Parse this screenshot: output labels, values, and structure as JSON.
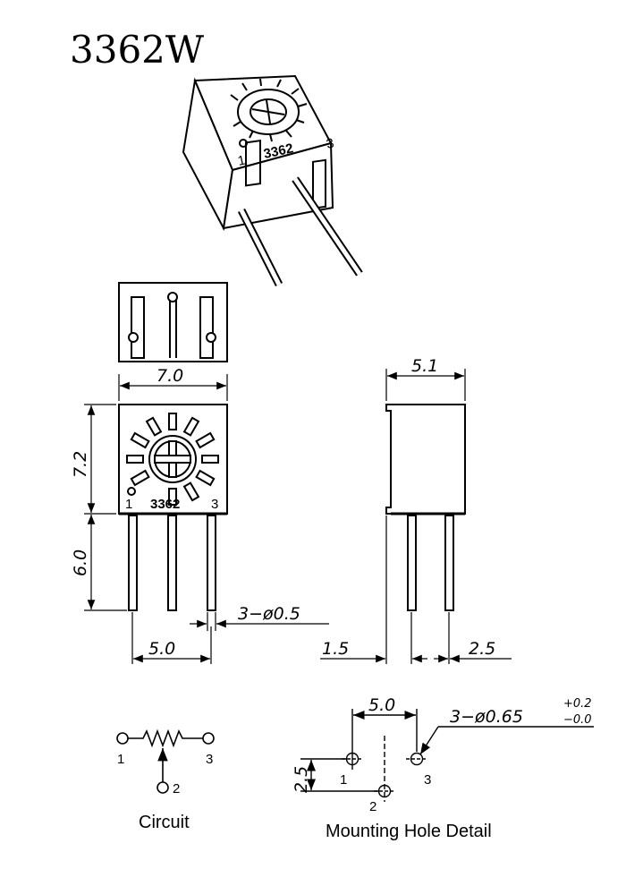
{
  "title": "3362W",
  "part_marking": "3362",
  "pins": {
    "p1": "1",
    "p2": "2",
    "p3": "3"
  },
  "dimensions": {
    "width": "7.0",
    "height": "7.2",
    "pin_length": "6.0",
    "pin_diameter": "3−ø0.5",
    "pin_spacing": "5.0",
    "depth": "5.1",
    "body_offset": "1.5",
    "pin_offset": "2.5"
  },
  "mounting": {
    "spacing": "5.0",
    "row_offset": "2.5",
    "hole_diameter": "3−ø0.65",
    "tol_plus": "+0.2",
    "tol_minus": "−0.0"
  },
  "captions": {
    "circuit": "Circuit",
    "mounting": "Mounting Hole Detail"
  }
}
